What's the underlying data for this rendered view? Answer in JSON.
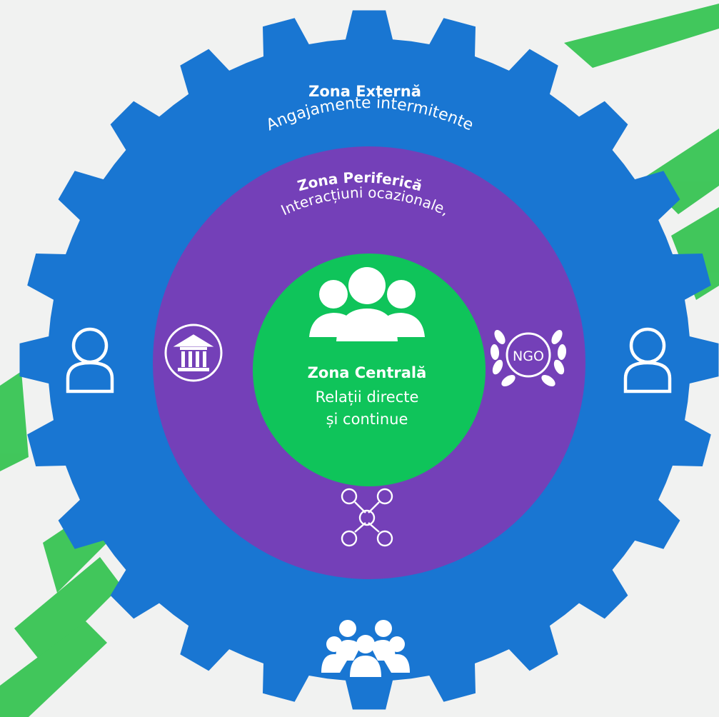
{
  "colors": {
    "background": "#f1f2f1",
    "outer_zone": "#1976d2",
    "peripheral_zone": "#7440b8",
    "central_zone": "#0fc45a",
    "accent_streaks": "#2ec24b",
    "icon_white": "#ffffff"
  },
  "outer_zone": {
    "title": "Zona Externă",
    "subtitle": "Angajamente intermitente"
  },
  "peripheral_zone": {
    "title": "Zona Periferică",
    "subtitle": "Interacțiuni ocazionale,"
  },
  "central_zone": {
    "title": "Zona Centrală",
    "line1": "Relații directe",
    "line2": "și continue"
  },
  "ngo_badge": {
    "label": "NGO"
  },
  "icons": [
    "group-icon",
    "university-icon",
    "ngo-laurel-icon",
    "network-icon",
    "person-outline-icon",
    "crowd-icon"
  ]
}
